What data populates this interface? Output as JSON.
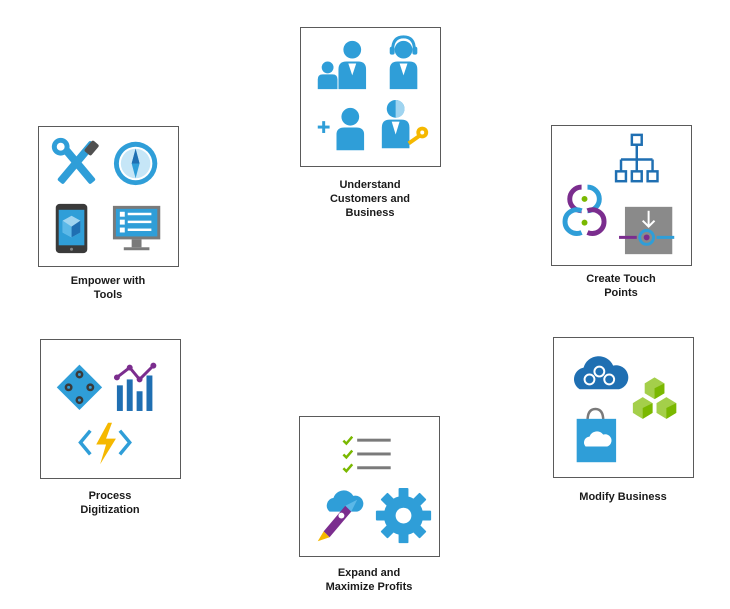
{
  "colors": {
    "blue": "#2f9ed8",
    "dark_blue": "#1f6fb2",
    "purple": "#7b2d8e",
    "green": "#7ab800",
    "yellow": "#f5b800",
    "gray": "#7a7a7a",
    "tile_border": "#5a5a5a"
  },
  "nodes": {
    "understand": {
      "label_lines": [
        "Understand",
        "Customers and",
        "Business"
      ],
      "icons": [
        "user-group-icon",
        "headset-user-icon",
        "add-user-icon",
        "user-key-icon"
      ]
    },
    "empower": {
      "label_lines": [
        "Empower with",
        "Tools"
      ],
      "icons": [
        "wrench-screwdriver-icon",
        "compass-icon",
        "tablet-cube-icon",
        "monitor-checklist-icon"
      ]
    },
    "touch": {
      "label_lines": [
        "Create Touch",
        "Points"
      ],
      "icons": [
        "hierarchy-icon",
        "link-chain-icon",
        "api-connection-icon"
      ]
    },
    "process": {
      "label_lines": [
        "Process",
        "Digitization"
      ],
      "icons": [
        "logic-gears-icon",
        "analytics-chart-icon",
        "function-bolt-icon"
      ]
    },
    "modify": {
      "label_lines": [
        "Modify Business"
      ],
      "icons": [
        "cloud-network-icon",
        "cubes-icon",
        "store-bag-icon"
      ]
    },
    "expand": {
      "label_lines": [
        "Expand and",
        "Maximize Profits"
      ],
      "icons": [
        "checklist-icon",
        "rocket-cloud-icon",
        "gear-icon"
      ]
    }
  }
}
